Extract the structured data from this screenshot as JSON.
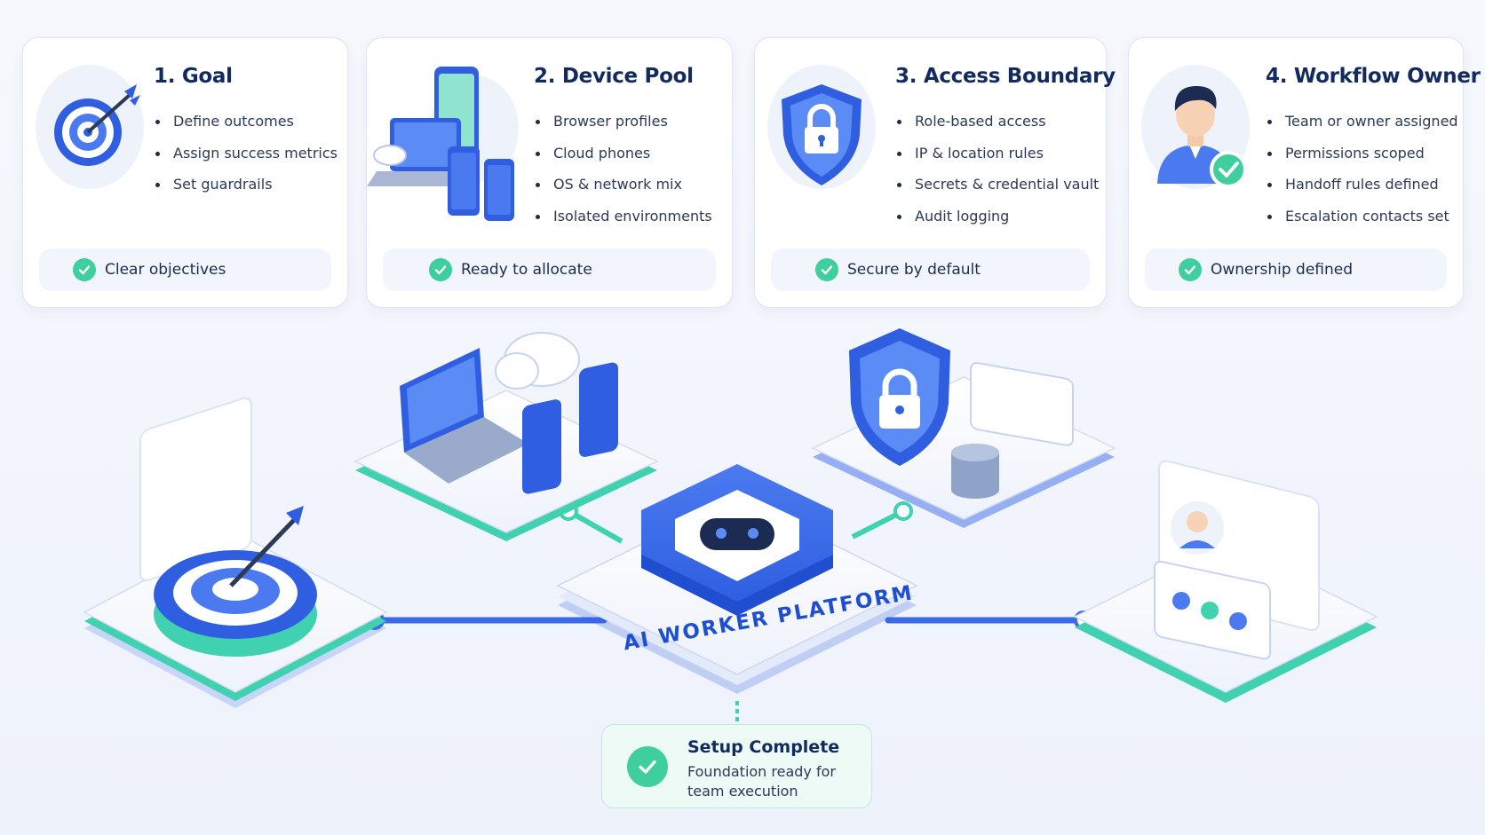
{
  "cards": [
    {
      "title": "1. Goal",
      "items": [
        "Define outcomes",
        "Assign success metrics",
        "Set guardrails"
      ],
      "footer": "Clear objectives",
      "icon": "target-icon"
    },
    {
      "title": "2. Device Pool",
      "items": [
        "Browser profiles",
        "Cloud phones",
        "OS & network mix",
        "Isolated environments"
      ],
      "footer": "Ready to allocate",
      "icon": "devices-icon"
    },
    {
      "title": "3. Access Boundary",
      "items": [
        "Role-based access",
        "IP & location rules",
        "Secrets & credential vault",
        "Audit logging"
      ],
      "footer": "Secure by default",
      "icon": "shield-lock-icon"
    },
    {
      "title": "4. Workflow Owner",
      "items": [
        "Team or owner assigned",
        "Permissions scoped",
        "Handoff rules defined",
        "Escalation contacts set"
      ],
      "footer": "Ownership defined",
      "icon": "owner-icon"
    }
  ],
  "platform": {
    "label": "AI WORKER PLATFORM"
  },
  "status": {
    "title": "Setup Complete",
    "line1": "Foundation ready for",
    "line2": "team execution"
  },
  "colors": {
    "primary": "#2f5fe0",
    "navy": "#122a5e",
    "teal": "#3fd1b0",
    "success": "#3fcf9e",
    "panel": "#ffffff"
  }
}
